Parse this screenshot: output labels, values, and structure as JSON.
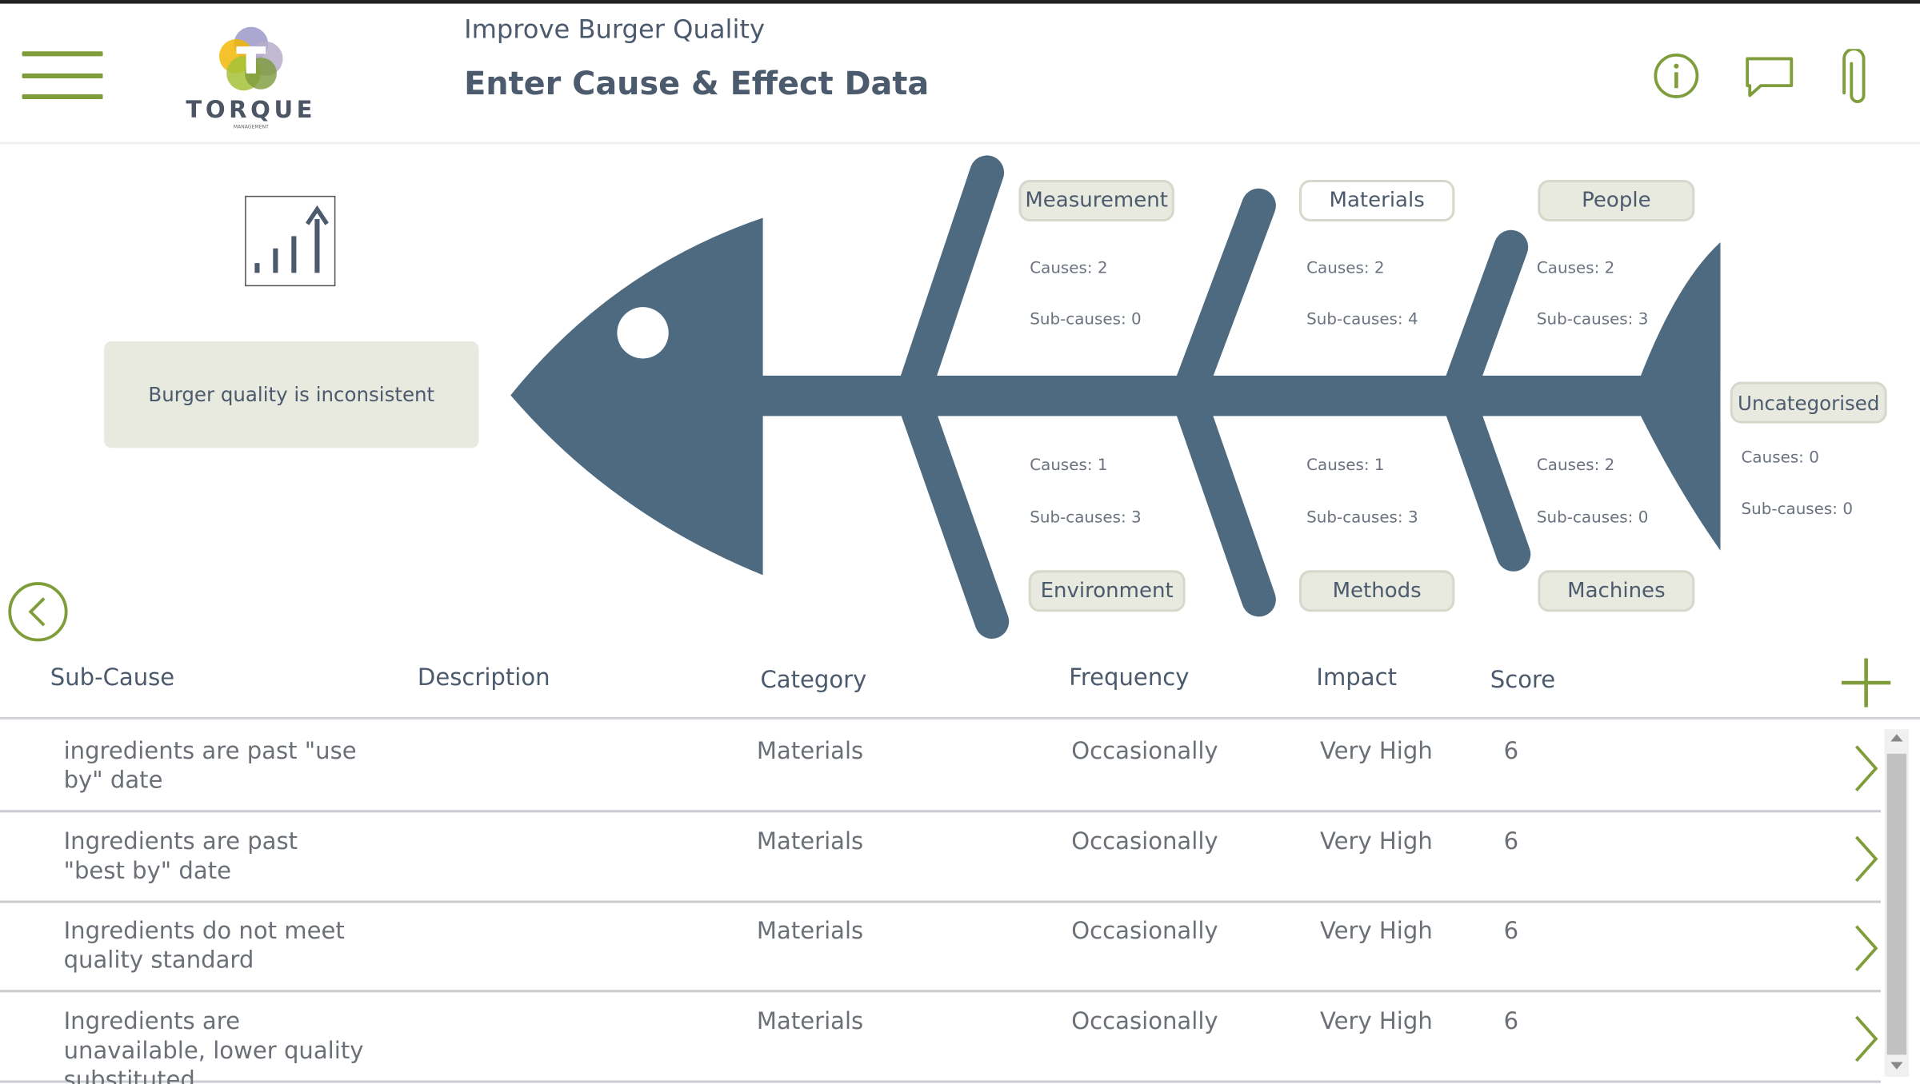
{
  "header": {
    "project_title": "Improve Burger Quality",
    "page_title": "Enter Cause & Effect Data",
    "logo": {
      "text": "TORQUE",
      "subtext": "MANAGEMENT"
    },
    "icons": [
      "menu-icon",
      "info-icon",
      "comment-icon",
      "paperclip-icon"
    ]
  },
  "diagram": {
    "effect": "Burger quality is inconsistent",
    "categories": [
      {
        "name": "Measurement",
        "causes": "Causes: 2",
        "sub_causes": "Sub-causes: 0",
        "selected": false
      },
      {
        "name": "Materials",
        "causes": "Causes: 2",
        "sub_causes": "Sub-causes: 4",
        "selected": true
      },
      {
        "name": "People",
        "causes": "Causes: 2",
        "sub_causes": "Sub-causes: 3",
        "selected": false
      },
      {
        "name": "Environment",
        "causes": "Causes: 1",
        "sub_causes": "Sub-causes: 3",
        "selected": false
      },
      {
        "name": "Methods",
        "causes": "Causes: 1",
        "sub_causes": "Sub-causes: 3",
        "selected": false
      },
      {
        "name": "Machines",
        "causes": "Causes: 2",
        "sub_causes": "Sub-causes: 0",
        "selected": false
      },
      {
        "name": "Uncategorised",
        "causes": "Causes: 0",
        "sub_causes": "Sub-causes: 0",
        "selected": false
      }
    ],
    "fish_color": "#4d6a80",
    "accent_color": "#7f9e3b"
  },
  "table": {
    "headers": [
      "Sub-Cause",
      "Description",
      "Category",
      "Frequency",
      "Impact",
      "Score"
    ],
    "rows": [
      {
        "sub_cause": "ingredients are past \"use by\" date",
        "description": "",
        "category": "Materials",
        "frequency": "Occasionally",
        "impact": "Very High",
        "score": "6"
      },
      {
        "sub_cause": "Ingredients are past \"best by\" date",
        "description": "",
        "category": "Materials",
        "frequency": "Occasionally",
        "impact": "Very High",
        "score": "6"
      },
      {
        "sub_cause": "Ingredients do not meet quality standard",
        "description": "",
        "category": "Materials",
        "frequency": "Occasionally",
        "impact": "Very High",
        "score": "6"
      },
      {
        "sub_cause": "Ingredients are unavailable, lower quality substituted",
        "description": "",
        "category": "Materials",
        "frequency": "Occasionally",
        "impact": "Very High",
        "score": "6"
      }
    ]
  }
}
